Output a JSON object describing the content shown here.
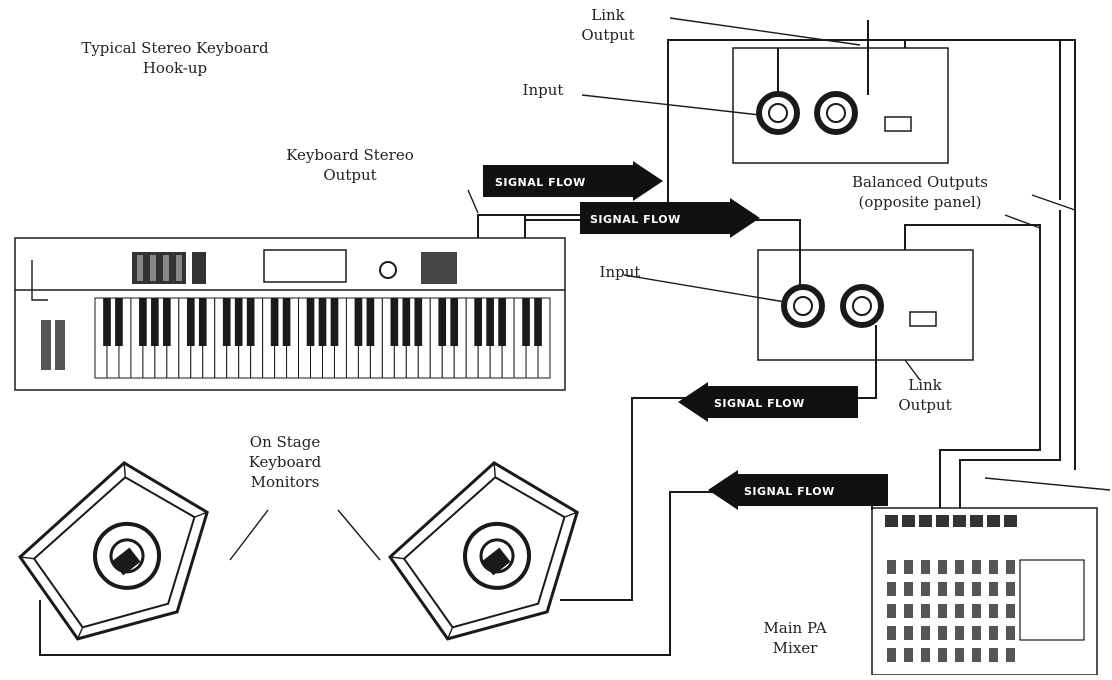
{
  "title": "Typical Stereo Keyboard\nHook-up",
  "labels": {
    "link_output_top": "Link\nOutput",
    "input_top": "Input",
    "keyboard_stereo_output": "Keyboard Stereo\nOutput",
    "balanced_outputs": "Balanced Outputs\n(opposite panel)",
    "input_mid": "Input",
    "link_output_mid": "Link\nOutput",
    "on_stage_monitors": "On Stage\nKeyboard\nMonitors",
    "main_pa_mixer": "Main PA\nMixer"
  },
  "flow_arrows": [
    {
      "text": "SIGNAL FLOW",
      "direction": "right"
    },
    {
      "text": "SIGNAL FLOW",
      "direction": "right"
    },
    {
      "text": "SIGNAL FLOW",
      "direction": "left"
    },
    {
      "text": "SIGNAL FLOW",
      "direction": "left"
    }
  ],
  "colors": {
    "ink": "#1a1a1a",
    "paper": "#ffffff",
    "arrow_text": "#ffffff"
  }
}
